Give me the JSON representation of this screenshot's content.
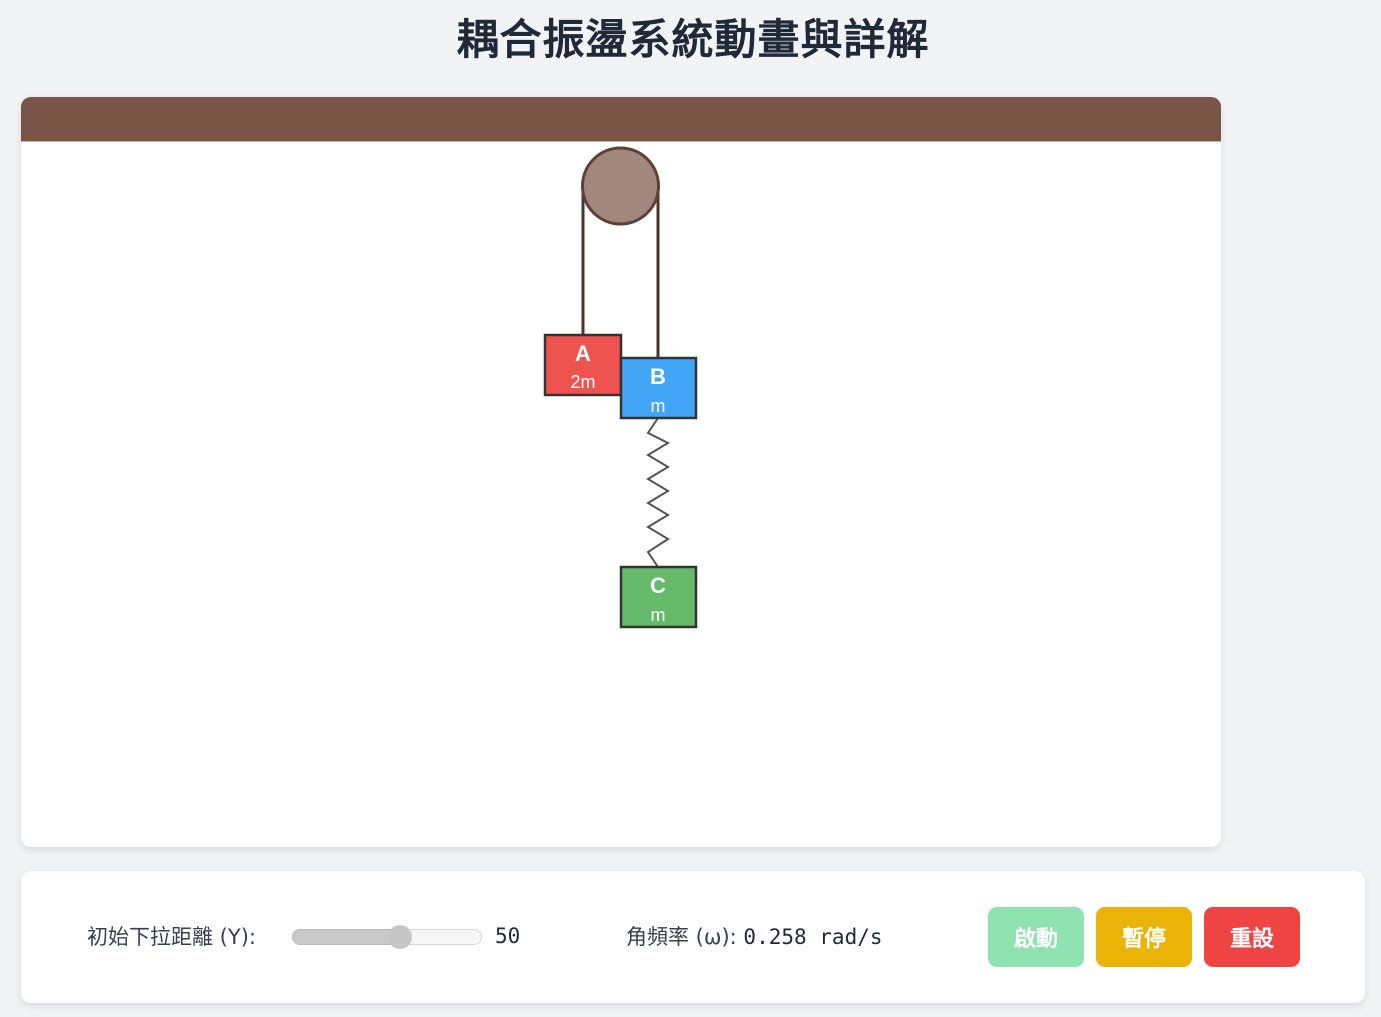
{
  "header": {
    "title": "耦合振盪系統動畫與詳解"
  },
  "scene": {
    "ceiling_color": "#795548",
    "pulley": {
      "fill": "#a1887f",
      "stroke": "#5d4037",
      "icon": "pulley-icon"
    },
    "rope_color": "#4e342e",
    "spring_color": "#555555",
    "blocks": [
      {
        "id": "A",
        "label": "A",
        "mass": "2m",
        "color": "#ef5350"
      },
      {
        "id": "B",
        "label": "B",
        "mass": "m",
        "color": "#42a5f5"
      },
      {
        "id": "C",
        "label": "C",
        "mass": "m",
        "color": "#66bb6a"
      }
    ]
  },
  "controls": {
    "slider": {
      "label": "初始下拉距離 (Y):",
      "value": "50",
      "min": 0,
      "max": 90
    },
    "omega": {
      "label": "角頻率 (ω):",
      "value": "0.258 rad/s"
    },
    "buttons": {
      "start": {
        "label": "啟動",
        "color": "#8fe3b0"
      },
      "pause": {
        "label": "暫停",
        "color": "#eab308"
      },
      "reset": {
        "label": "重設",
        "color": "#ef4444"
      }
    }
  }
}
